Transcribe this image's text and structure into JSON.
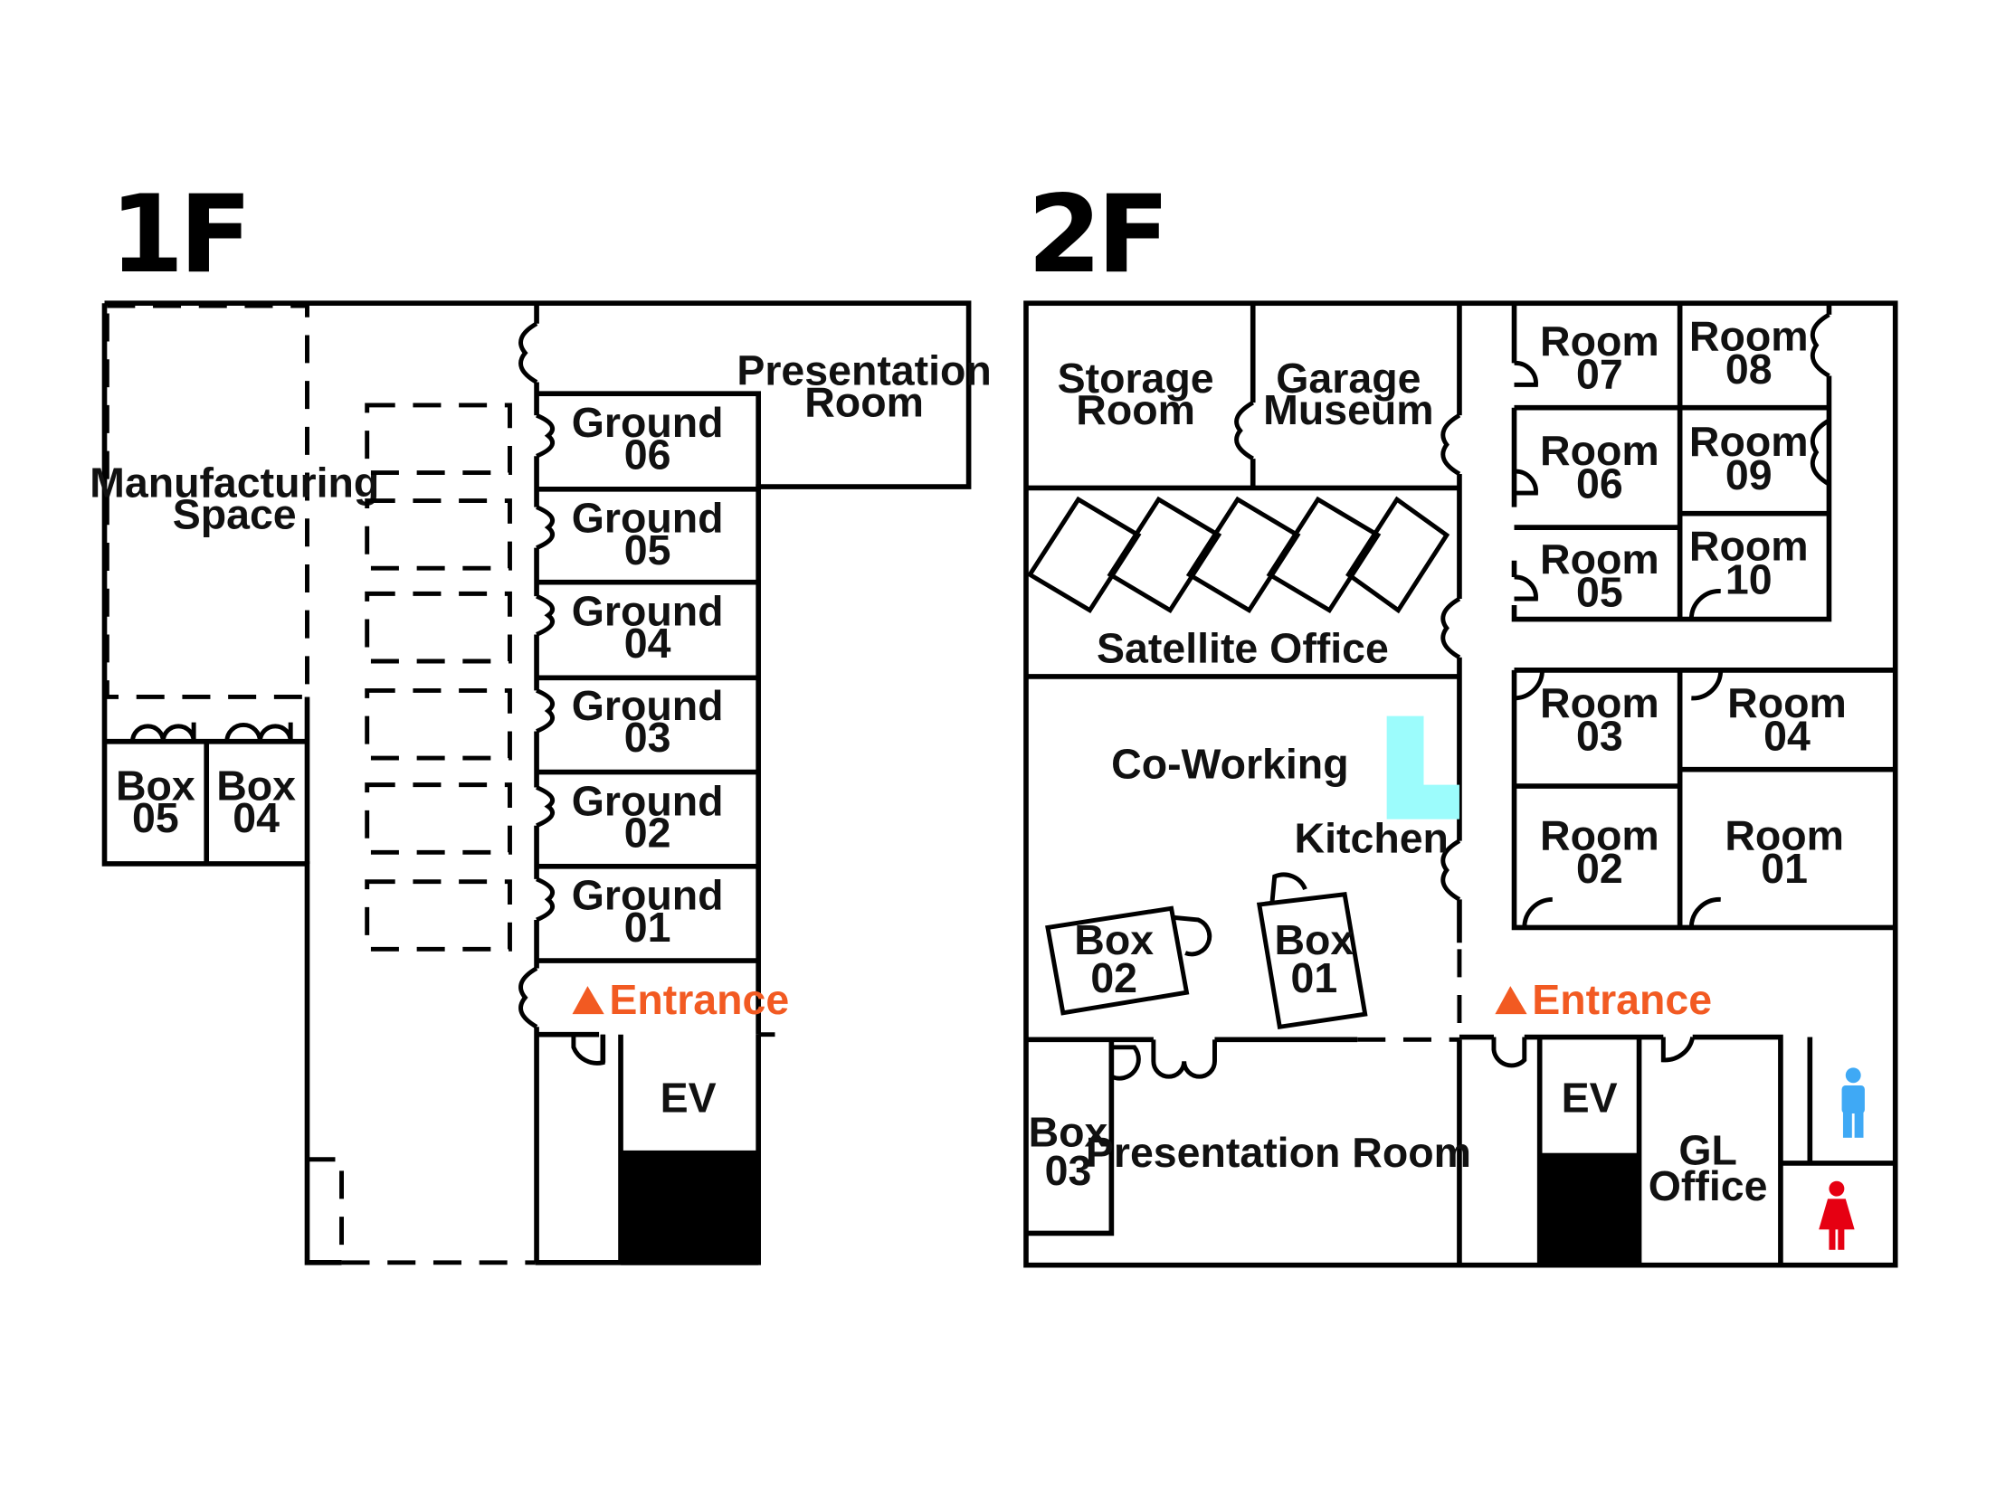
{
  "colors": {
    "wall": "#000000",
    "entrance": "#f25a22",
    "kitchen_counter": "#9cfcfc",
    "mens_restroom": "#3fa9f5",
    "womens_restroom": "#e60012"
  },
  "floor1": {
    "title": "1F",
    "manufacturing_space": [
      "Manufacturing",
      "Space"
    ],
    "presentation_room": [
      "Presentation",
      "Room"
    ],
    "grounds": [
      [
        "Ground",
        "06"
      ],
      [
        "Ground",
        "05"
      ],
      [
        "Ground",
        "04"
      ],
      [
        "Ground",
        "03"
      ],
      [
        "Ground",
        "02"
      ],
      [
        "Ground",
        "01"
      ]
    ],
    "boxes": [
      [
        "Box",
        "05"
      ],
      [
        "Box",
        "04"
      ]
    ],
    "entrance": "Entrance",
    "ev": "EV"
  },
  "floor2": {
    "title": "2F",
    "storage_room": [
      "Storage",
      "Room"
    ],
    "garage_museum": [
      "Garage",
      "Museum"
    ],
    "satellite_office": "Satellite Office",
    "co_working": "Co-Working",
    "kitchen": "Kitchen",
    "box02": [
      "Box",
      "02"
    ],
    "box01": [
      "Box",
      "01"
    ],
    "box03": [
      "Box",
      "03"
    ],
    "presentation_room": "Presentation Room",
    "rooms": {
      "r07": [
        "Room",
        "07"
      ],
      "r08": [
        "Room",
        "08"
      ],
      "r06": [
        "Room",
        "06"
      ],
      "r09": [
        "Room",
        "09"
      ],
      "r05": [
        "Room",
        "05"
      ],
      "r10": [
        "Room",
        "10"
      ],
      "r03": [
        "Room",
        "03"
      ],
      "r04": [
        "Room",
        "04"
      ],
      "r02": [
        "Room",
        "02"
      ],
      "r01": [
        "Room",
        "01"
      ]
    },
    "entrance": "Entrance",
    "ev": "EV",
    "gl_office": [
      "GL",
      "Office"
    ],
    "restroom_icons": [
      "man-icon",
      "woman-icon"
    ]
  }
}
